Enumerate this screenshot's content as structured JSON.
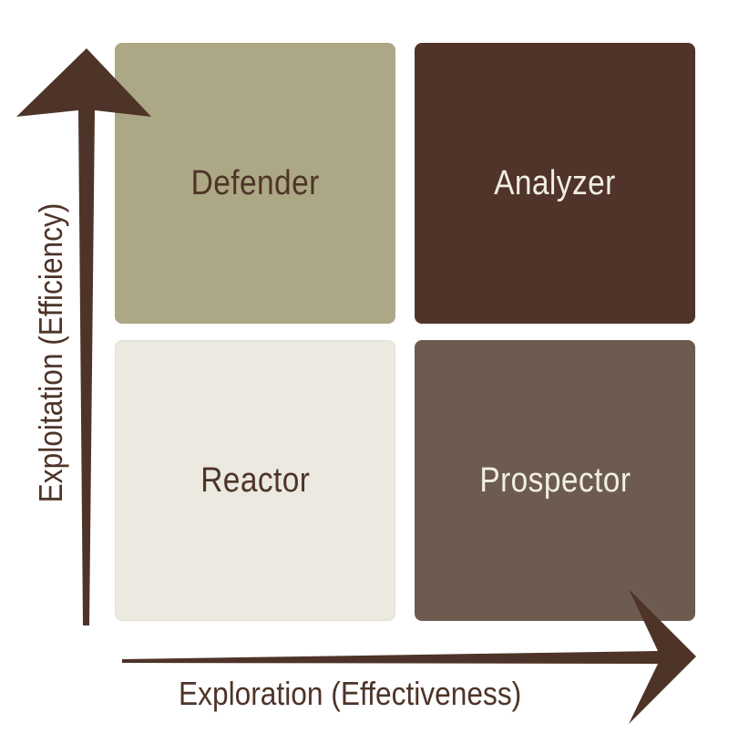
{
  "quadrants": {
    "defender": {
      "label": "Defender",
      "bg": "#aca784",
      "fg": "#4e3428"
    },
    "analyzer": {
      "label": "Analyzer",
      "bg": "#50342a",
      "fg": "#f1eee3"
    },
    "reactor": {
      "label": "Reactor",
      "bg": "#ebe9e0",
      "fg": "#4e3428"
    },
    "prospector": {
      "label": "Prospector",
      "bg": "#6d5b50",
      "fg": "#f1eee3"
    }
  },
  "axes": {
    "x_label": "Exploration (Effectiveness)",
    "y_label": "Exploitation (Efficiency)",
    "color": "#4e3428"
  }
}
